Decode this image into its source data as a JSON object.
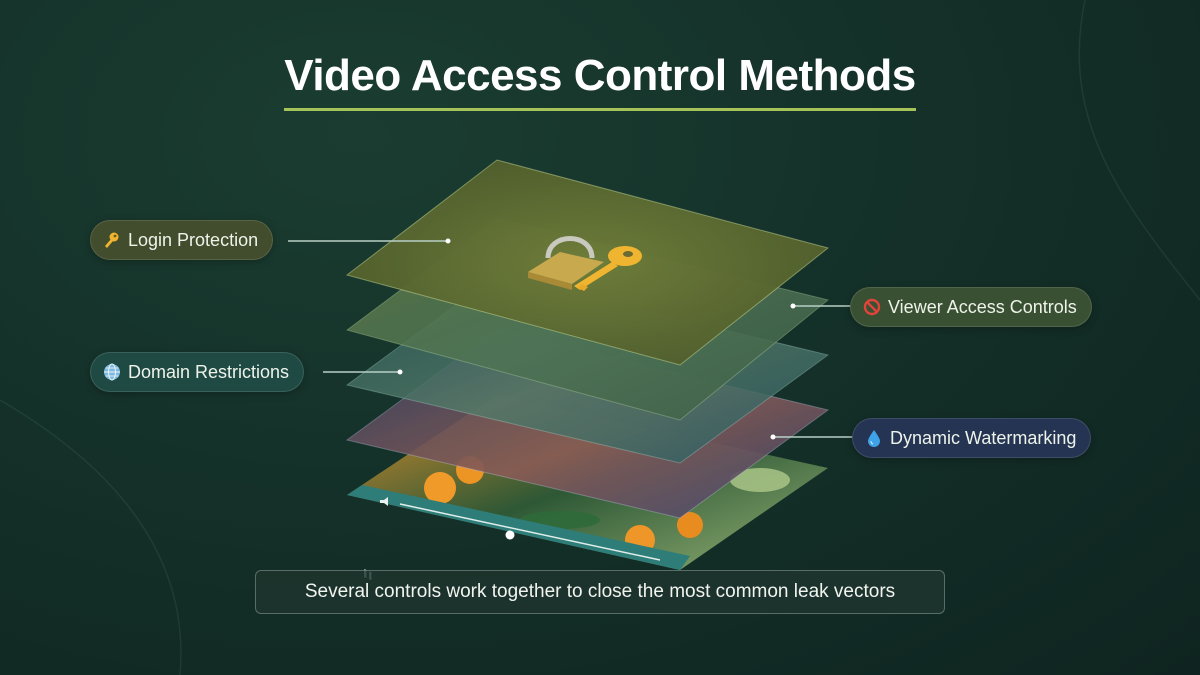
{
  "title": "Video Access Control Methods",
  "colors": {
    "background": "#143129",
    "title_underline": "#a6c35a",
    "login_pill": "#414d2c",
    "viewer_pill": "#3a5033",
    "domain_pill": "#1f4a44",
    "watermark_pill": "#243452"
  },
  "labels": [
    {
      "id": "login",
      "text": "Login Protection",
      "icon": "key-icon"
    },
    {
      "id": "viewer",
      "text": "Viewer Access Controls",
      "icon": "prohibited-icon"
    },
    {
      "id": "domain",
      "text": "Domain Restrictions",
      "icon": "globe-icon"
    },
    {
      "id": "watermark",
      "text": "Dynamic Watermarking",
      "icon": "droplet-icon"
    }
  ],
  "layers": [
    {
      "name": "login-layer",
      "icon": "padlock-key-icon"
    },
    {
      "name": "viewer-layer"
    },
    {
      "name": "domain-layer"
    },
    {
      "name": "watermark-layer"
    },
    {
      "name": "video-layer",
      "content": "oranges video with player controls"
    }
  ],
  "video_player": {
    "controls": [
      "pause-icon",
      "volume-icon",
      "progress-slider"
    ]
  },
  "caption": "Several controls work together to close the most common leak vectors"
}
